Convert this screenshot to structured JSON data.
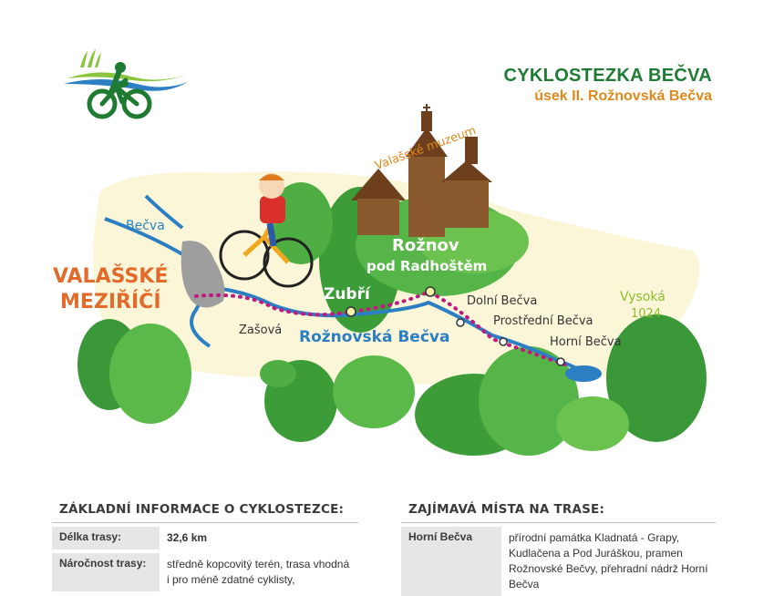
{
  "header": {
    "title": "CYKLOSTEZKA BEČVA",
    "subtitle": "úsek II. Rožnovská Bečva"
  },
  "logo": {
    "icon": "cyclist-logo-icon"
  },
  "map": {
    "labels": {
      "museum": "Valašské muzeum",
      "town_main_line1": "Rožnov",
      "town_main_line2": "pod Radhoštěm",
      "town_start_line1": "VALAŠSKÉ",
      "town_start_line2": "MEZIŘÍČÍ",
      "river_becva": "Bečva",
      "river_roznovska": "Rožnovská Bečva",
      "village_zasova": "Zašová",
      "village_zubri": "Zubří",
      "village_dolni": "Dolní Bečva",
      "village_prostredni": "Prostřední Bečva",
      "village_horni": "Horní Bečva",
      "peak_name": "Vysoká",
      "peak_height": "1024"
    },
    "colors": {
      "route": "#c2187f",
      "river": "#2b7fc2",
      "hill": "#3fa53a",
      "town_start": "#e26b2b",
      "peak": "#8bbd2e"
    },
    "icons": [
      "cyclist-boy-icon",
      "wooden-church-icon",
      "reservoir-icon"
    ]
  },
  "info_left": {
    "heading": "ZÁKLADNÍ INFORMACE O CYKLOSTEZCE:",
    "rows": [
      {
        "label": "Délka trasy:",
        "value": "32,6 km"
      },
      {
        "label": "Náročnost trasy:",
        "value": "středně kopcovitý terén,  trasa vhodná i pro méně zdatné cyklisty,"
      }
    ]
  },
  "info_right": {
    "heading": "ZAJÍMAVÁ MÍSTA NA TRASE:",
    "rows": [
      {
        "label": "Horní Bečva",
        "value": "přírodní památka Kladnatá - Grapy, Kudlačena a Pod Juráškou, pramen Rožnovské Bečvy, přehradní nádrž Horní Bečva"
      }
    ]
  }
}
